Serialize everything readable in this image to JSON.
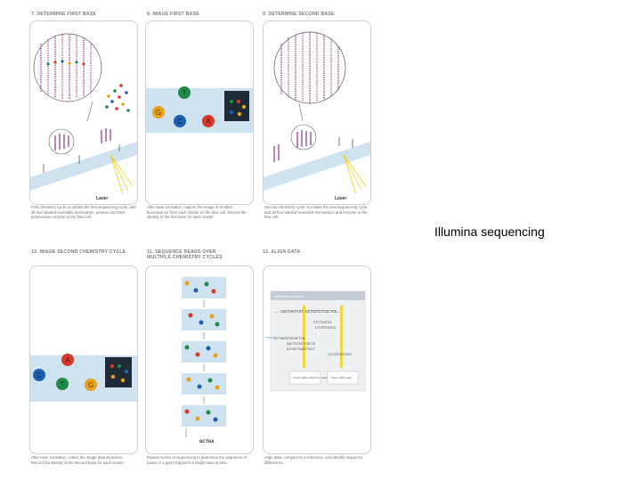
{
  "side_title": "Illumina sequencing",
  "steps": [
    {
      "heading": "7. DETERMINE FIRST BASE",
      "caption": "First chemistry cycle: to initiate the first sequencing cycle, add all four labeled reversible terminators, primers and DNA polymerase enzyme to the flow cell."
    },
    {
      "heading": "8. IMAGE FIRST BASE",
      "caption": "After laser excitation, capture the image of emitted fluorescence from each cluster on the flow cell. Record the identity of the first base for each cluster."
    },
    {
      "heading": "9. DETERMINE SECOND BASE",
      "caption": "Second chemistry cycle: to initiate the next sequencing cycle, add all four labeled reversible terminators and enzyme to the flow cell."
    },
    {
      "heading": "10. IMAGE SECOND CHEMISTRY CYCLE",
      "caption": "After laser excitation, collect the image data as before. Record the identity of the second base for each cluster."
    },
    {
      "heading": "11. SEQUENCE READS OVER MULTIPLE CHEMISTRY CYCLES",
      "caption": "Repeat cycles of sequencing to determine the sequence of bases in a given fragment a single base at time."
    },
    {
      "heading": "12. ALIGN DATA",
      "caption": "Align data, compare to a reference, and identify sequence differences."
    }
  ],
  "labels": {
    "laser": "Laser",
    "reference": "Reference sequence",
    "ref_seq": "...CGCTAGTCGTCGCTCGTCTCGCTCG...",
    "reads": [
      "CTCTCGTCG",
      "CTCGTCGTCG",
      "GCTGATGTGCGCTCA",
      "GACTGTGCTCGCTA",
      "GTCGCTCAGTCGCT",
      "CTCGTCGTCGTC"
    ],
    "known_snp": "Known SNPs called from reads",
    "new_snp": "Known SNP reads",
    "final_read": "GCTGA",
    "bases": {
      "G": "G",
      "T": "T",
      "C": "C",
      "A": "A"
    }
  },
  "colors": {
    "G": "#e8a21a",
    "T": "#1f8a4a",
    "C": "#1f5fb0",
    "A": "#d63a2a",
    "flow_cell": "#cfe2f0",
    "panel_border": "#cfcfcf",
    "laser": "#f2d21a",
    "strand": "#8a3a8a"
  }
}
